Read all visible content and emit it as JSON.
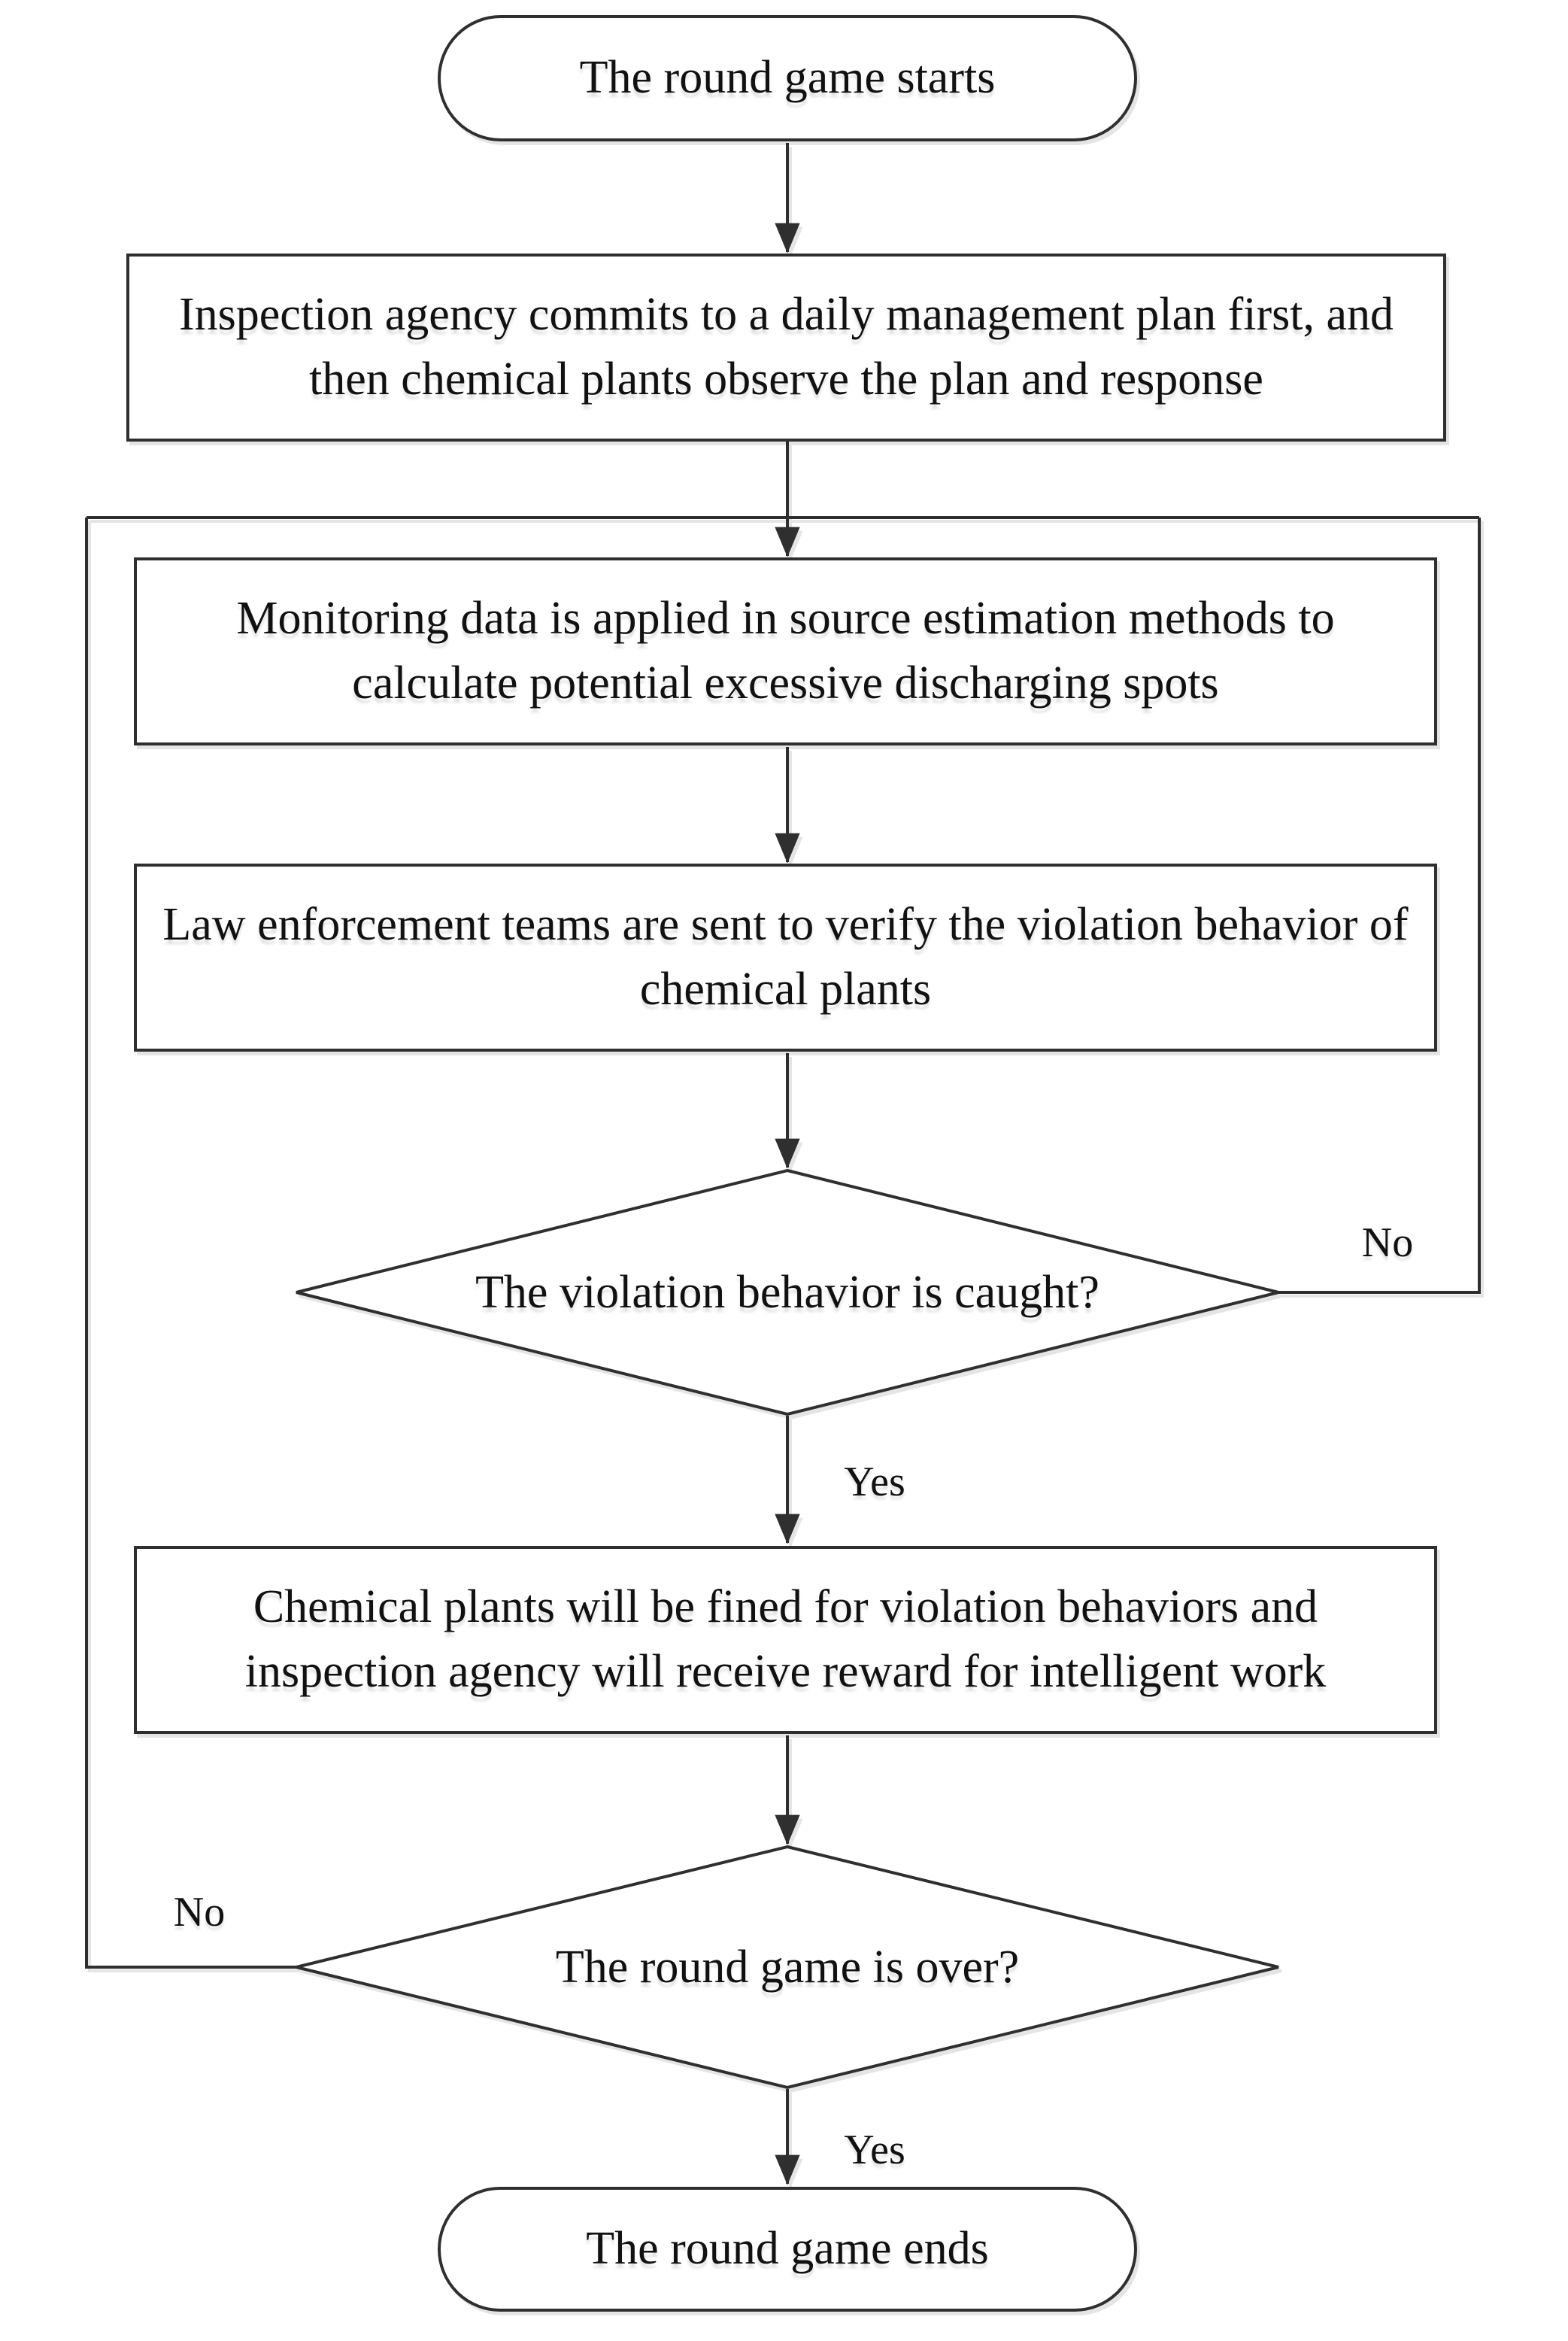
{
  "flowchart": {
    "nodes": {
      "start": {
        "type": "terminator",
        "label": "The round game starts"
      },
      "commit": {
        "type": "process",
        "label": "Inspection agency commits to a daily management plan first, and then chemical plants observe the plan and response"
      },
      "monitor": {
        "type": "process",
        "label": "Monitoring data is applied in source estimation methods to calculate potential excessive discharging spots"
      },
      "enforce": {
        "type": "process",
        "label": "Law enforcement teams are sent to verify the violation behavior of chemical plants"
      },
      "caught": {
        "type": "decision",
        "label": "The violation behavior is caught?"
      },
      "fine": {
        "type": "process",
        "label": "Chemical plants will be fined for violation behaviors and inspection agency will receive reward for intelligent work"
      },
      "over": {
        "type": "decision",
        "label": "The round game is over?"
      },
      "end": {
        "type": "terminator",
        "label": "The round game ends"
      }
    },
    "edge_labels": {
      "caught_no": "No",
      "caught_yes": "Yes",
      "over_no": "No",
      "over_yes": "Yes"
    },
    "colors": {
      "stroke": "#2f2f2f",
      "text": "#111111",
      "background": "#ffffff"
    }
  }
}
